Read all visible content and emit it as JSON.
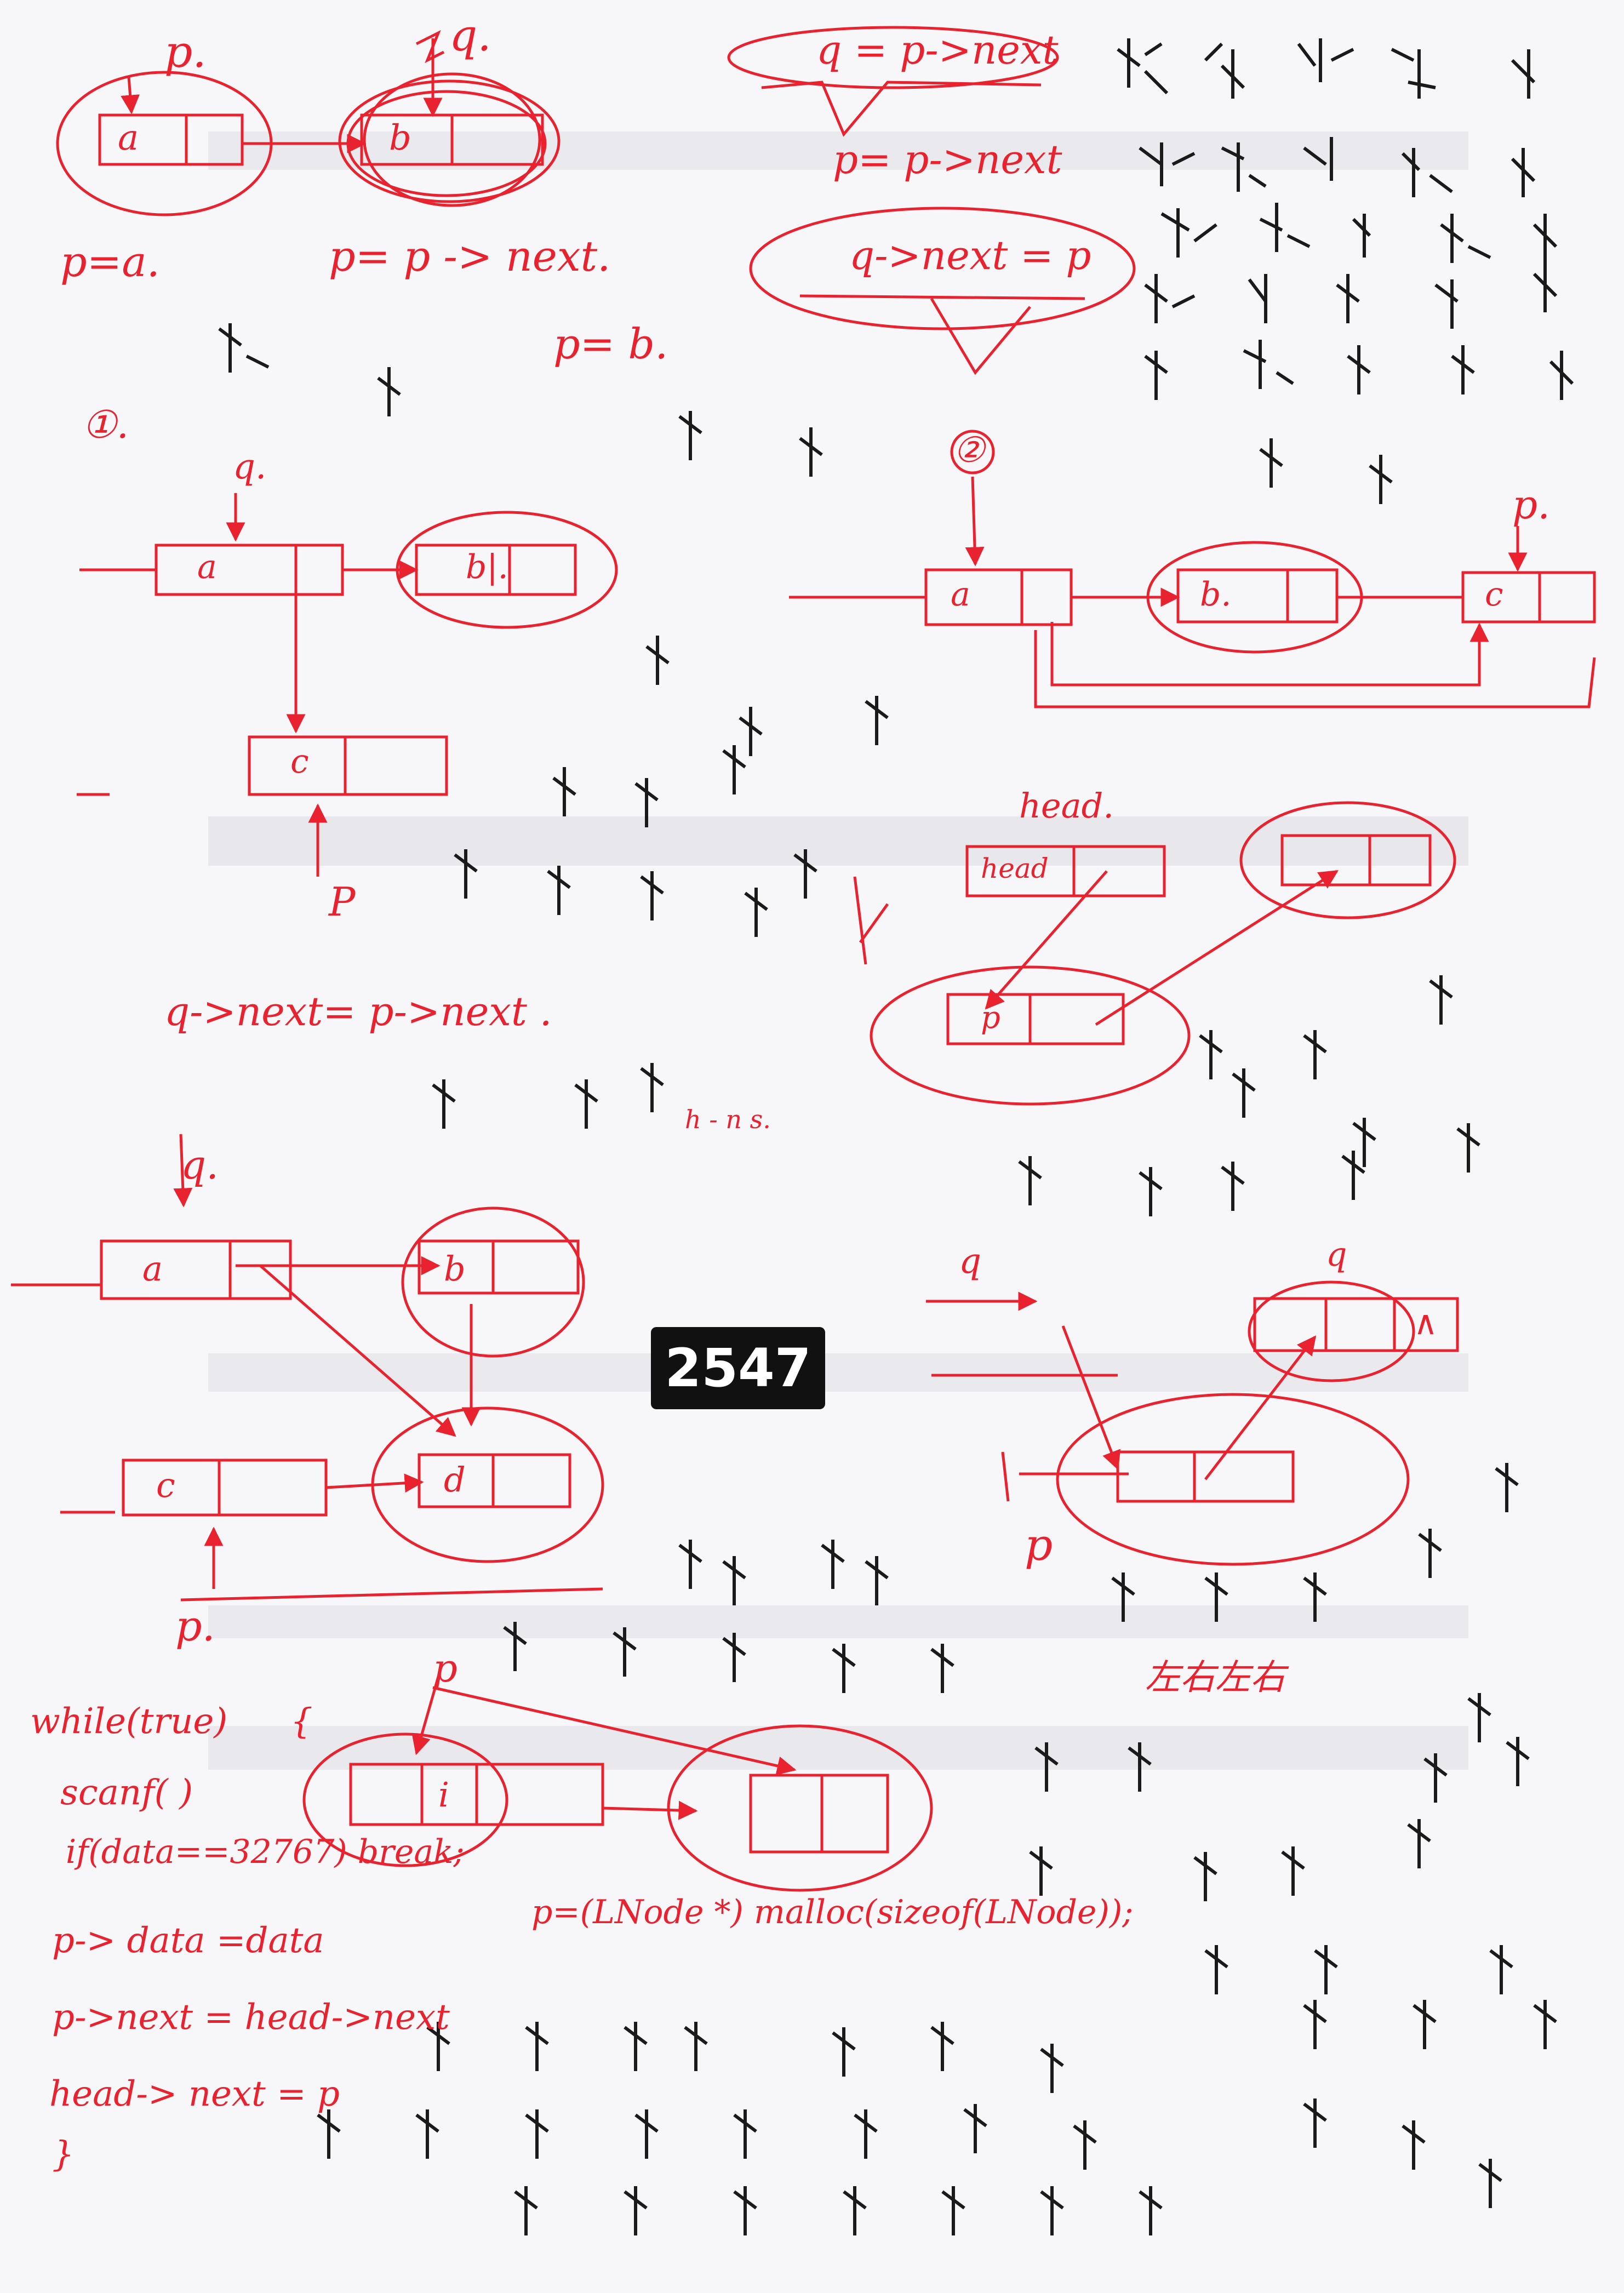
{
  "page_number": "2547",
  "diagram1": {
    "p_top": "p.",
    "q_top": "q.",
    "node_a": "a",
    "node_b": "b",
    "p_eq_a": "p=a.",
    "p_next": "p= p -> next.",
    "p_eq_b": "p= b."
  },
  "statements": {
    "q_eq_p_next": "q = p->next",
    "p_eq_p_next": "p= p->next",
    "q_next_eq_p": "q->next = p"
  },
  "diagram2": {
    "marker": "①.",
    "q_label": "q.",
    "node_a": "a",
    "node_b": "b|.",
    "node_c": "c",
    "p_label": "P",
    "caption": "q->next= p->next ."
  },
  "diagram3": {
    "marker": "②",
    "node_a": "a",
    "node_b": "b.",
    "node_c": "c",
    "p_label": "p."
  },
  "diagram4": {
    "head_label": "head.",
    "head_node": "head",
    "p_node": "p",
    "stray": "h - n s."
  },
  "diagram5": {
    "q_label": "q.",
    "node_a": "a",
    "node_b": "b",
    "node_c": "c",
    "node_d": "d",
    "p_label": "p."
  },
  "diagram6": {
    "q_label": "q",
    "q_label2": "q",
    "p_label": "p",
    "last_node": "∧",
    "note": "左右左右"
  },
  "diagram7": {
    "p_label": "p",
    "node": "i"
  },
  "code": [
    "while(true)",
    "scanf(     )",
    "if(data==32767) break;",
    "p-> data =data",
    "p->next = head->next",
    "head-> next = p",
    "}"
  ],
  "code_extra": {
    "brace": "{",
    "malloc": "p=(LNode *) malloc(sizeof(LNode));"
  }
}
